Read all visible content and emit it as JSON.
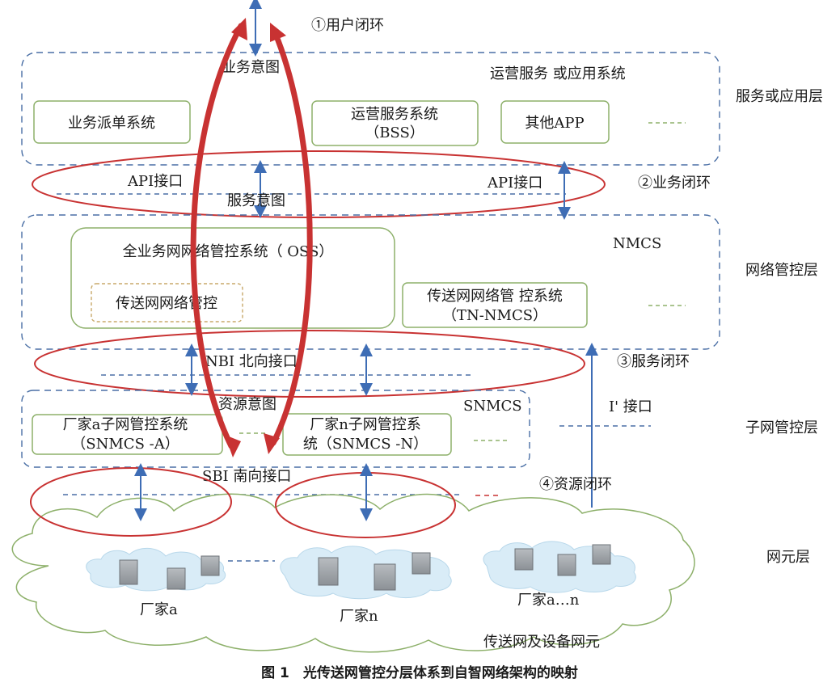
{
  "loops": {
    "user": "①用户闭环",
    "business": "②业务闭环",
    "service": "③服务闭环",
    "resource": "④资源闭环"
  },
  "intents": {
    "business": "业务意图",
    "service": "服务意图",
    "resource": "资源意图"
  },
  "layers": {
    "service_app": "服务或应用层",
    "network_control": "网络管控层",
    "subnet_control": "子网管控层",
    "network_element": "网元层"
  },
  "service_layer": {
    "title": "运营服务 或应用系统",
    "dispatch": "业务派单系统",
    "bss_line1": "运营服务系统",
    "bss_line2": "（BSS）",
    "other_app": "其他APP"
  },
  "interfaces": {
    "api_left": "API接口",
    "api_right": "API接口",
    "nbi": "NBI 北向接口",
    "sbi": "SBI 南向接口",
    "i_prime": "I' 接口"
  },
  "network_layer": {
    "title": "NMCS",
    "oss": "全业务网网络管控系统（ OSS）",
    "transport_control": "传送网网络管控",
    "tn_line1": "传送网网络管 控系统",
    "tn_line2": "（TN-NMCS）"
  },
  "subnet_layer": {
    "title": "SNMCS",
    "a_line1": "厂家a子网管控系统",
    "a_line2": "（SNMCS -A）",
    "n_line1": "厂家n子网管控系",
    "n_line2": "统（SNMCS -N）"
  },
  "element_layer": {
    "vendor_a": "厂家a",
    "vendor_n": "厂家n",
    "vendor_an": "厂家a…n",
    "title": "传送网及设备网元"
  },
  "caption": "图 1　光传送网管控分层体系到自智网络架构的映射",
  "colors": {
    "blue_accent": "#3e6db5",
    "red_accent": "#c83232",
    "green_accent": "#8db06a"
  }
}
